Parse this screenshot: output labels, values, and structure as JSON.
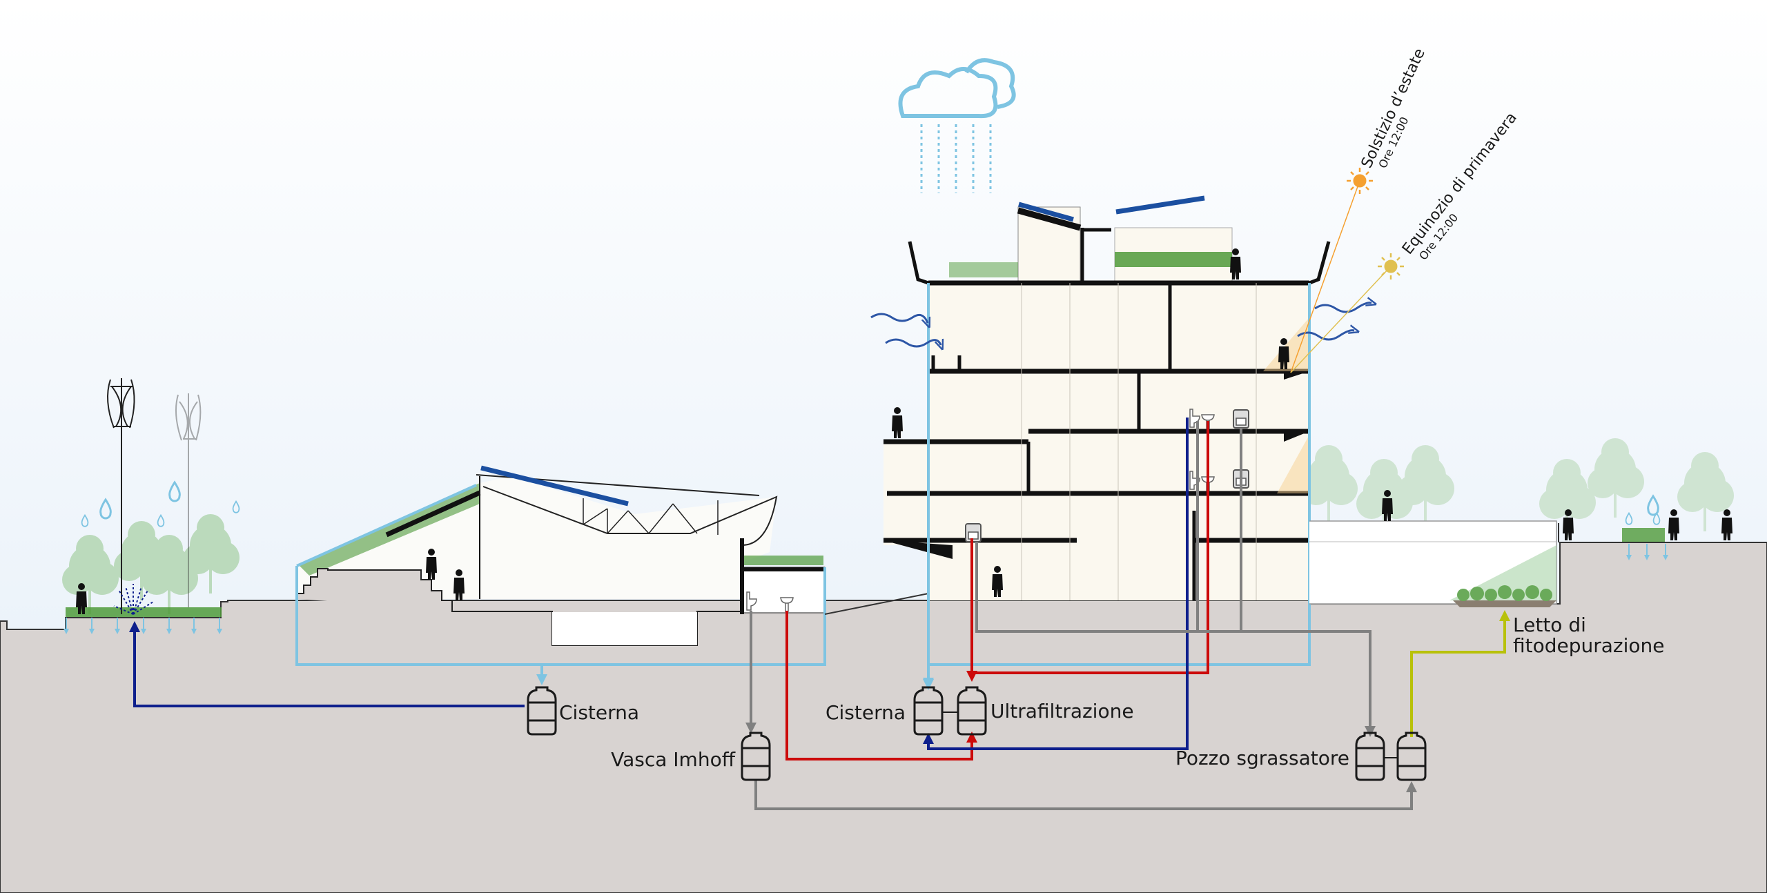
{
  "title": "Sezione bioclimatica: gestione acque, energia e ventilazione",
  "colors": {
    "sky_top": "#ffffff",
    "sky_bottom": "#e6eff8",
    "ground": "#d8d3d1",
    "rainwater_pipe": "#7ec4e2",
    "clean_water_pipe": "#0e1f8c",
    "greywater_pipe": "#cc0a0a",
    "blackwater_pipe": "#808080",
    "treated_water_pipe": "#b8c10a",
    "solar_panel": "#1b4fa0",
    "green_roof": "#4f9a3a",
    "tree": "#a9d3a9",
    "sun_summer": "#f5a030",
    "sun_equinox": "#e0c050",
    "wind_arrow": "#2d56a6",
    "interior": "#fbf8ef"
  },
  "sun_labels": {
    "summer": {
      "title": "Solstizio d’estate",
      "time": "Ore 12:00"
    },
    "equinox": {
      "title": "Equinozio di primavera",
      "time": "Ore 12:00"
    }
  },
  "tanks": {
    "cisterna_left": "Cisterna",
    "vasca_imhoff": "Vasca Imhoff",
    "cisterna_center": "Cisterna",
    "ultrafiltrazione": "Ultrafiltrazione",
    "pozzo_sgrassatore": "Pozzo sgrassatore",
    "letto_line1": "Letto di",
    "letto_line2": "fitodepurazione"
  },
  "icons": [
    "cloud-rain-icon",
    "sun-icon",
    "wind-arrow-icon",
    "wind-turbine-icon",
    "water-drop-icon",
    "tank-icon",
    "toilet-icon",
    "sink-icon",
    "stove-icon",
    "person-icon",
    "tree-icon",
    "solar-panel-icon",
    "sprinkler-icon"
  ]
}
